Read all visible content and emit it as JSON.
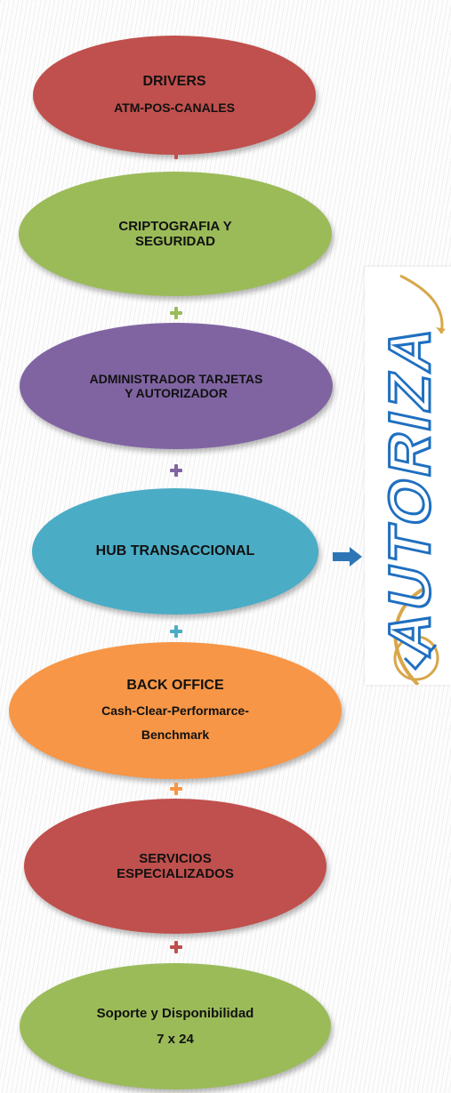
{
  "nodes": [
    {
      "lines": [
        "DRIVERS",
        "ATM-POS-CANALES"
      ],
      "color": "#c0504d"
    },
    {
      "lines": [
        "CRIPTOGRAFIA Y",
        "SEGURIDAD"
      ],
      "color": "#9bbb59"
    },
    {
      "lines": [
        "ADMINISTRADOR TARJETAS",
        "Y AUTORIZADOR"
      ],
      "color": "#8064a2"
    },
    {
      "lines": [
        "HUB TRANSACCIONAL"
      ],
      "color": "#4bacc6"
    },
    {
      "lines": [
        "BACK OFFICE",
        "Cash-Clear-Performarce-",
        "Benchmark"
      ],
      "color": "#f79646"
    },
    {
      "lines": [
        "SERVICIOS",
        "ESPECIALIZADOS"
      ],
      "color": "#c0504d"
    },
    {
      "lines": [
        "Soporte y Disponibilidad",
        "7 x 24"
      ],
      "color": "#9bbb59"
    }
  ],
  "connectors": {
    "symbol": "plus",
    "colors": [
      "#c0504d",
      "#9bbb59",
      "#8064a2",
      "#4bacc6",
      "#f79646",
      "#c0504d"
    ]
  },
  "arrow": {
    "icon": "arrow-right-icon",
    "color": "#2e75b6"
  },
  "logo": {
    "text": "AUTORIZA",
    "color": "#1f6fc0",
    "swoosh_color": "#d8a74a"
  }
}
